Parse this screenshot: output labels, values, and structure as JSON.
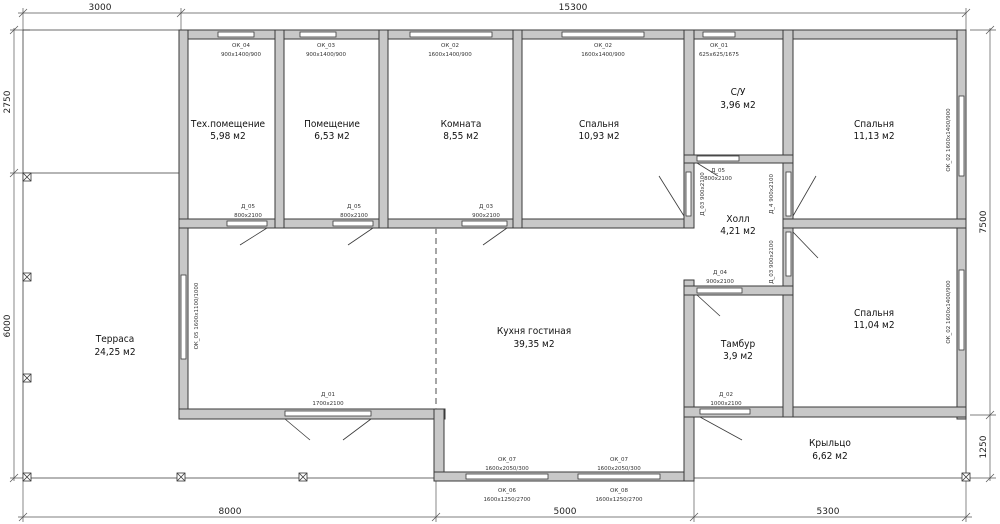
{
  "dimensions": {
    "top": [
      "3000",
      "15300"
    ],
    "bottom": [
      "8000",
      "5000",
      "5300"
    ],
    "left": [
      "2750",
      "6000"
    ],
    "right": [
      "7500",
      "1250"
    ]
  },
  "rooms": [
    {
      "id": "tech",
      "name": "Тех.помещение",
      "area": "5,98 м2"
    },
    {
      "id": "pom",
      "name": "Помещение",
      "area": "6,53 м2"
    },
    {
      "id": "komnata",
      "name": "Комната",
      "area": "8,55 м2"
    },
    {
      "id": "spalnya1",
      "name": "Спальня",
      "area": "10,93 м2"
    },
    {
      "id": "su",
      "name": "С/У",
      "area": "3,96 м2"
    },
    {
      "id": "spalnya2",
      "name": "Спальня",
      "area": "11,13 м2"
    },
    {
      "id": "holl",
      "name": "Холл",
      "area": "4,21 м2"
    },
    {
      "id": "spalnya3",
      "name": "Спальня",
      "area": "11,04 м2"
    },
    {
      "id": "terrasa",
      "name": "Терраса",
      "area": "24,25 м2"
    },
    {
      "id": "kuhnya",
      "name": "Кухня гостиная",
      "area": "39,35 м2"
    },
    {
      "id": "tambur",
      "name": "Тамбур",
      "area": "3,9 м2"
    },
    {
      "id": "krylco",
      "name": "Крыльцо",
      "area": "6,62 м2"
    }
  ],
  "tags": {
    "ok04_a": "ОК_04",
    "ok04_b": "900х1400/900",
    "ok03_a": "ОК_03",
    "ok03_b": "900х1400/900",
    "ok02t_a": "ОК_02",
    "ok02t_b": "1600х1400/900",
    "ok02s_a": "ОК_02",
    "ok02s_b": "1600х1400/900",
    "ok01_a": "ОК_01",
    "ok01_b": "625х625/1675",
    "ok02r1": "ОК_02 1600х1400/900",
    "ok02r2": "ОК_02 1600х1400/900",
    "ok05": "ОК_05 1600х1100/1000",
    "d05a_a": "Д_05",
    "d05a_b": "800х2100",
    "d05b_a": "Д_05",
    "d05b_b": "800х2100",
    "d03a_a": "Д_03",
    "d03a_b": "900х2100",
    "d05c_a": "Д_05",
    "d05c_b": "800х2100",
    "d03b": "Д_03 900х2100",
    "d4": "Д_4 900х2100",
    "d03c": "Д_03 900х2100",
    "d04_a": "Д_04",
    "d04_b": "900х2100",
    "d01_a": "Д_01",
    "d01_b": "1700х2100",
    "d02_a": "Д_02",
    "d02_b": "1000х2100",
    "ok07a_a": "ОК_07",
    "ok07a_b": "1600х2050/300",
    "ok07b_a": "ОК_07",
    "ok07b_b": "1600х2050/300",
    "ok06_a": "ОК_06",
    "ok06_b": "1600х1250/2700",
    "ok08_a": "ОК_08",
    "ok08_b": "1600х1250/2700"
  }
}
